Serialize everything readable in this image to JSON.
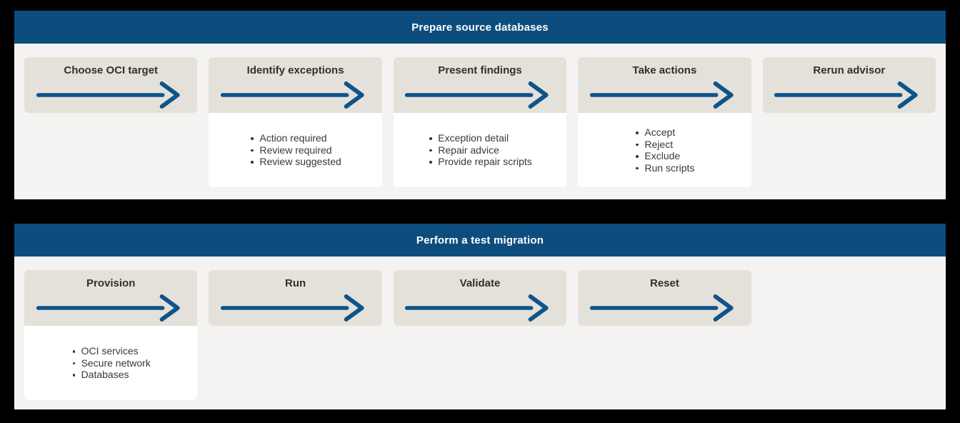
{
  "colors": {
    "page_bg": "#000000",
    "panel_bg": "#f4f3f1",
    "header_bg": "#0d4d7e",
    "header_text": "#ffffff",
    "step_box_bg": "#e4e1db",
    "card_bg": "#ffffff",
    "arrow": "#0e548a",
    "title_text": "#32302d",
    "bullet_text": "#3c3832"
  },
  "panels": [
    {
      "title": "Prepare source databases",
      "steps": [
        {
          "label": "Choose OCI target",
          "bullets": []
        },
        {
          "label": "Identify exceptions",
          "bullets": [
            "Action required",
            "Review required",
            "Review suggested"
          ]
        },
        {
          "label": "Present findings",
          "bullets": [
            "Exception detail",
            "Repair advice",
            "Provide repair scripts"
          ]
        },
        {
          "label": "Take actions",
          "bullets": [
            "Accept",
            "Reject",
            "Exclude",
            "Run scripts"
          ]
        },
        {
          "label": "Rerun advisor",
          "bullets": []
        }
      ]
    },
    {
      "title": "Perform a test migration",
      "steps": [
        {
          "label": "Provision",
          "bullets": [
            "OCI services",
            "Secure network",
            "Databases"
          ]
        },
        {
          "label": "Run",
          "bullets": []
        },
        {
          "label": "Validate",
          "bullets": []
        },
        {
          "label": "Reset",
          "bullets": []
        }
      ]
    }
  ]
}
